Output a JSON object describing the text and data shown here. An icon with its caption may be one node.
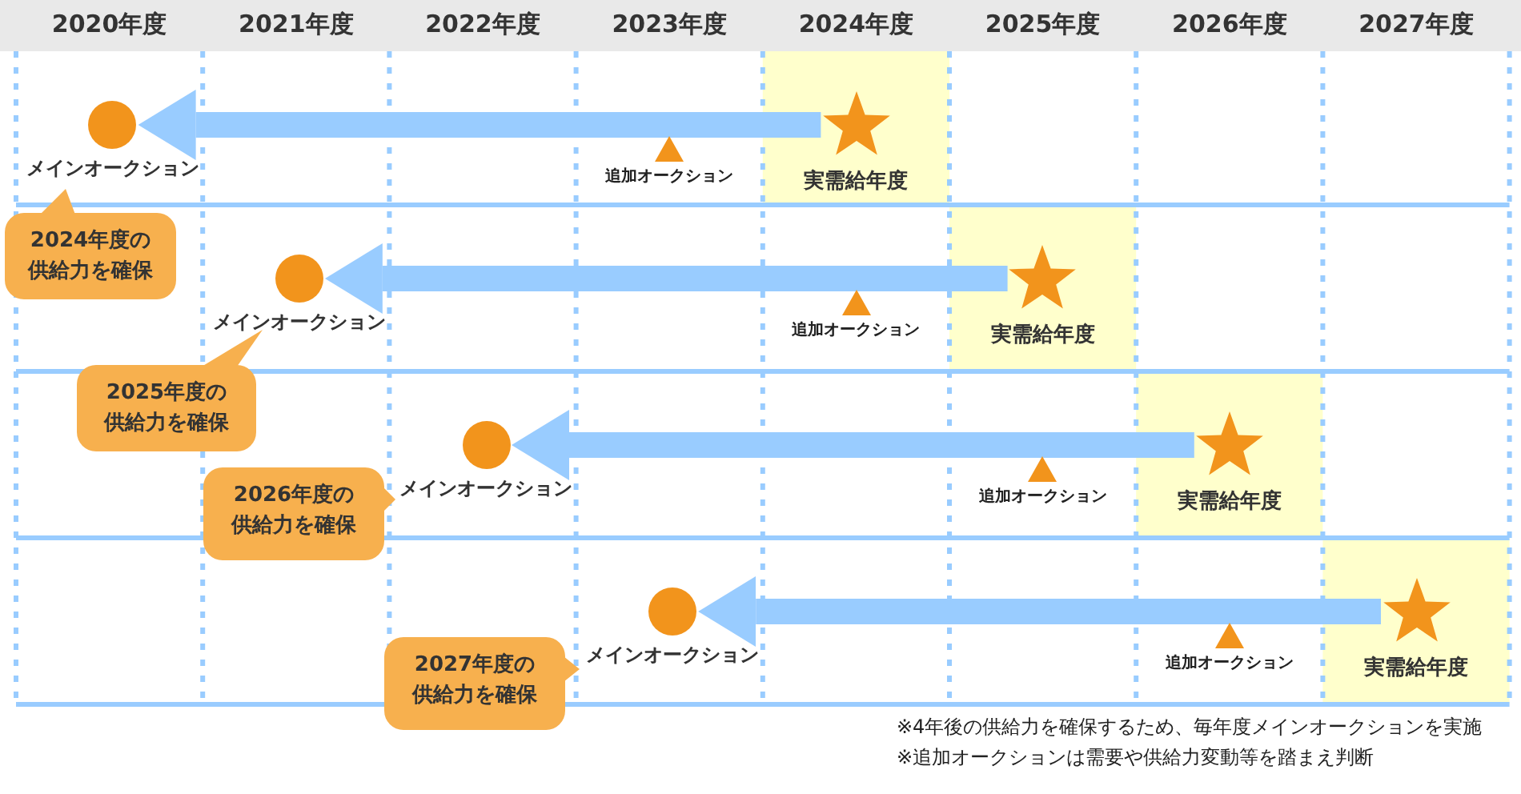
{
  "diagram": {
    "nodes": [
      {
        "text": [
          "メインオークション"
        ]
      },
      {
        "text": [
          "追加オークション"
        ]
      },
      {
        "text": [
          "実需給年度"
        ]
      },
      {
        "text": [
          "2024年度の供給力を確保"
        ]
      },
      {
        "text": [
          "メインオークション"
        ]
      },
      {
        "text": [
          "追加オークション"
        ]
      },
      {
        "text": [
          "実需給年度"
        ]
      },
      {
        "text": [
          "2025年度の供給力を確保"
        ]
      },
      {
        "text": [
          "メインオークション"
        ]
      },
      {
        "text": [
          "追加オークション"
        ]
      },
      {
        "text": [
          "実需給年度"
        ]
      },
      {
        "text": [
          "2026年度の供給力を確保"
        ]
      },
      {
        "text": [
          "メインオークション"
        ]
      },
      {
        "text": [
          "追加オークション"
        ]
      },
      {
        "text": [
          "実需給年度"
        ]
      },
      {
        "text": [
          "2027年度の供給力を確保"
        ]
      }
    ],
    "edges": [
      {
        "from": 2,
        "to": 0,
        "arrow": "to"
      },
      {
        "from": 6,
        "to": 4,
        "arrow": "to"
      },
      {
        "from": 10,
        "to": 8,
        "arrow": "to"
      },
      {
        "from": 14,
        "to": 12,
        "arrow": "to"
      }
    ],
    "labels": [
      "2020年度",
      "2021年度",
      "2022年度",
      "2023年度",
      "2024年度",
      "2025年度",
      "2026年度",
      "2027年度",
      "※4年後の供給力を確保するため、毎年度メインオークションを実施",
      "※追加オークションは需要や供給力変動等を踏まえ判断"
    ]
  }
}
